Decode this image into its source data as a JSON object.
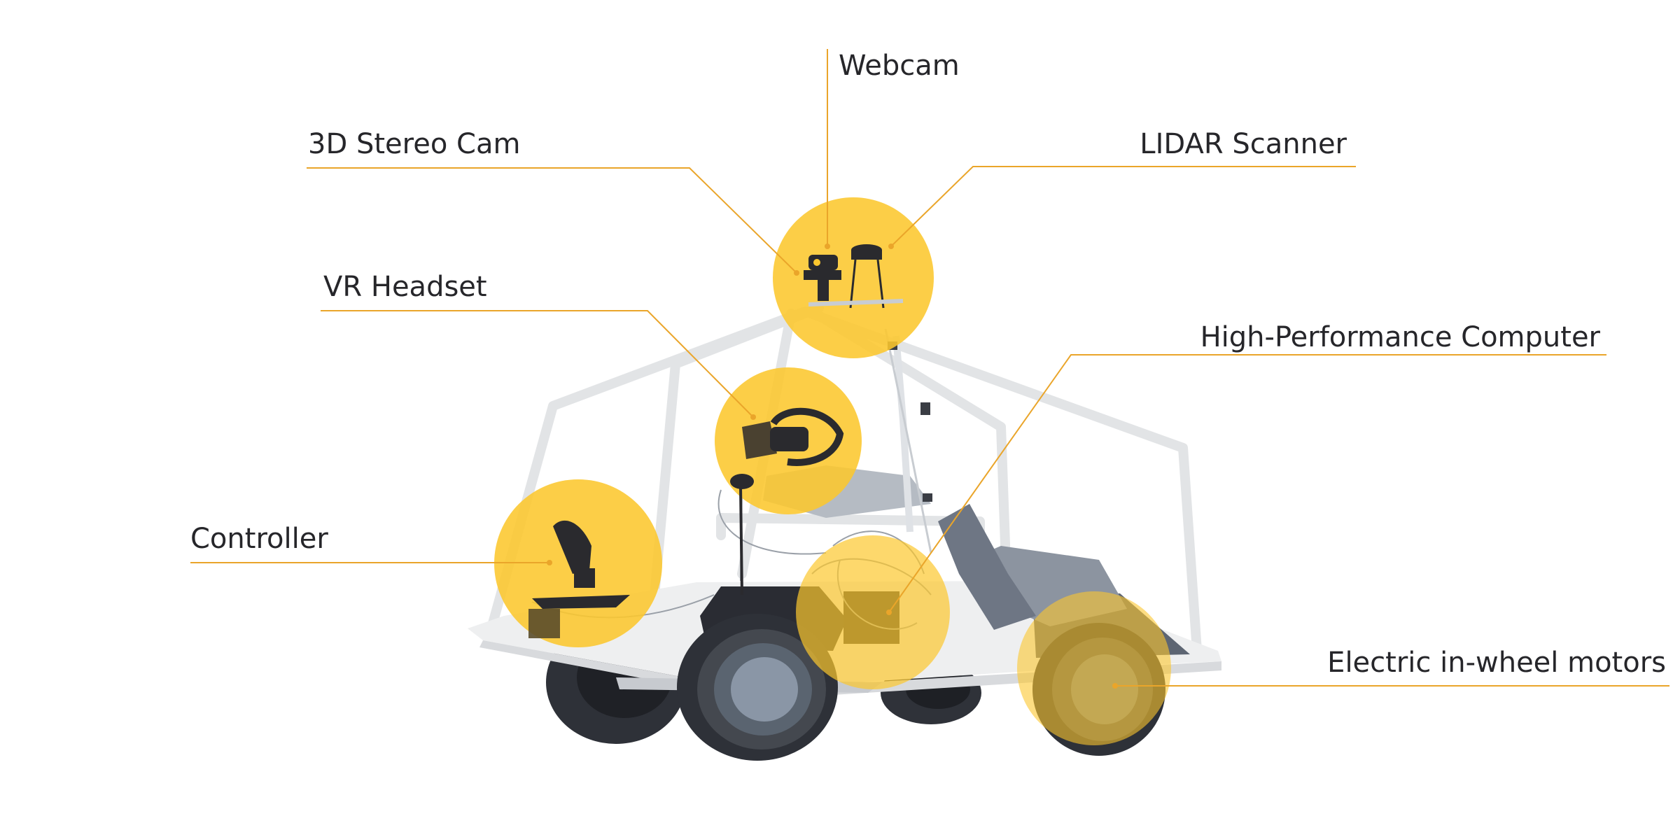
{
  "diagram": {
    "labels": {
      "webcam": "Webcam",
      "stereo_cam": "3D Stereo Cam",
      "lidar": "LIDAR Scanner",
      "vr_headset": "VR Headset",
      "computer": "High-Performance Computer",
      "controller": "Controller",
      "motors": "Electric in-wheel motors"
    }
  },
  "colors": {
    "accent": "#fcc72e",
    "leader_line": "#eaa52a",
    "text": "#26262a",
    "frame": "#e2e4e6",
    "deck": "#eeeff0",
    "tire": "#42464f",
    "hub": "#8a96a6",
    "seat": "#8c94a0"
  }
}
